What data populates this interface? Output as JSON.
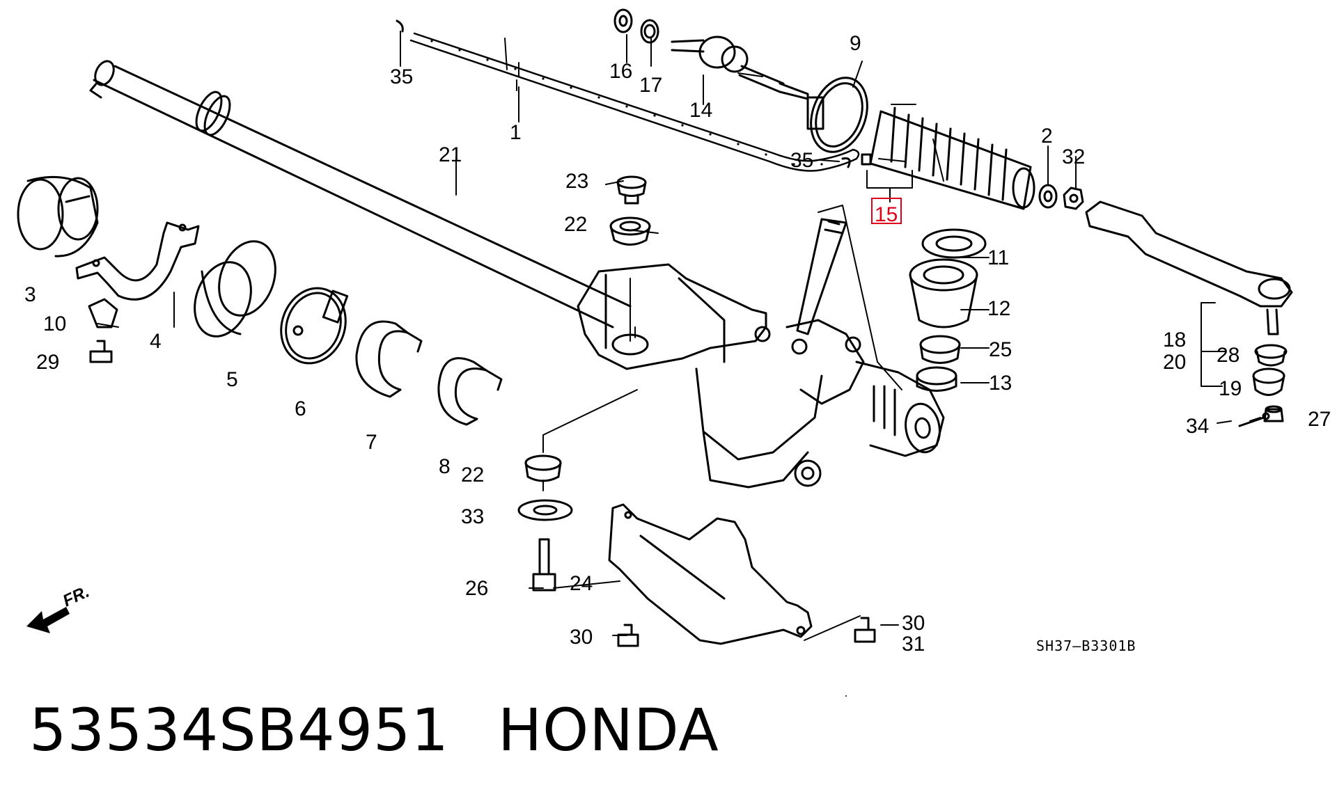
{
  "diagram": {
    "part_number": "53534SB4951",
    "brand": "HONDA",
    "drawing_code": "SH37–B3301B",
    "direction_label": "FR.",
    "highlight_color": "#e0001b",
    "callouts": {
      "c1": "1",
      "c2": "2",
      "c3": "3",
      "c4": "4",
      "c5": "5",
      "c6": "6",
      "c7": "7",
      "c8": "8",
      "c9": "9",
      "c10": "10",
      "c11": "11",
      "c12": "12",
      "c13": "13",
      "c14": "14",
      "c15": "15",
      "c16": "16",
      "c17": "17",
      "c18": "18",
      "c19": "19",
      "c20": "20",
      "c21": "21",
      "c22a": "22",
      "c22b": "22",
      "c23": "23",
      "c24": "24",
      "c25": "25",
      "c26": "26",
      "c27": "27",
      "c28": "28",
      "c29": "29",
      "c30a": "30",
      "c30b": "30",
      "c31": "31",
      "c32": "32",
      "c33": "33",
      "c34": "34",
      "c35a": "35",
      "c35b": "35"
    }
  }
}
